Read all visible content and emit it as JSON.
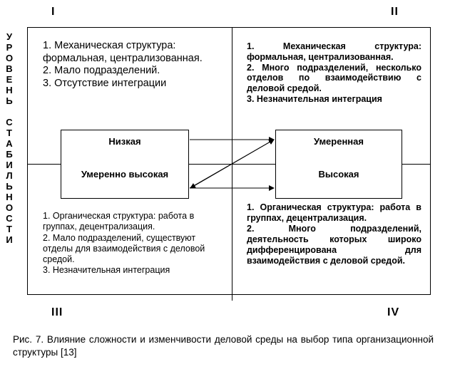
{
  "quadrant_labels": {
    "q1": "I",
    "q2": "II",
    "q3": "III",
    "q4": "IV"
  },
  "vertical_label": [
    "У",
    "Р",
    "О",
    "В",
    "Е",
    "Н",
    "Ь",
    "",
    "С",
    "Т",
    "А",
    "Б",
    "И",
    "Л",
    "Ь",
    "Н",
    "О",
    "С",
    "Т",
    "И"
  ],
  "boxes": {
    "left_top": "Низкая",
    "left_bottom": "Умеренно высокая",
    "right_top": "Умеренная",
    "right_bottom": "Высокая"
  },
  "quadrants": {
    "q1": [
      "1. Механическая структура: формальная, централизованная.",
      "2. Мало подразделений.",
      "3. Отсутствие интеграции"
    ],
    "q2": [
      "1. Механическая структура: формальная, централизованная.",
      "2. Много подразделений, несколько отделов по взаимодействию с деловой средой.",
      "3. Незначительная интеграция"
    ],
    "q3": [
      "1. Органическая структура: работа в группах, децентрализация.",
      "2. Мало подразделений, существуют отделы для взаимодействия с деловой средой.",
      "3. Незначительная интеграция"
    ],
    "q4": [
      "1. Органическая структура: работа в группах, децентрализация.",
      "2. Много подразделений, деятельность которых широко дифференцирована для взаимодействия с деловой средой."
    ]
  },
  "caption": "Рис. 7. Влияние сложности и изменчивости деловой среды на выбор типа организационной структуры [13]"
}
